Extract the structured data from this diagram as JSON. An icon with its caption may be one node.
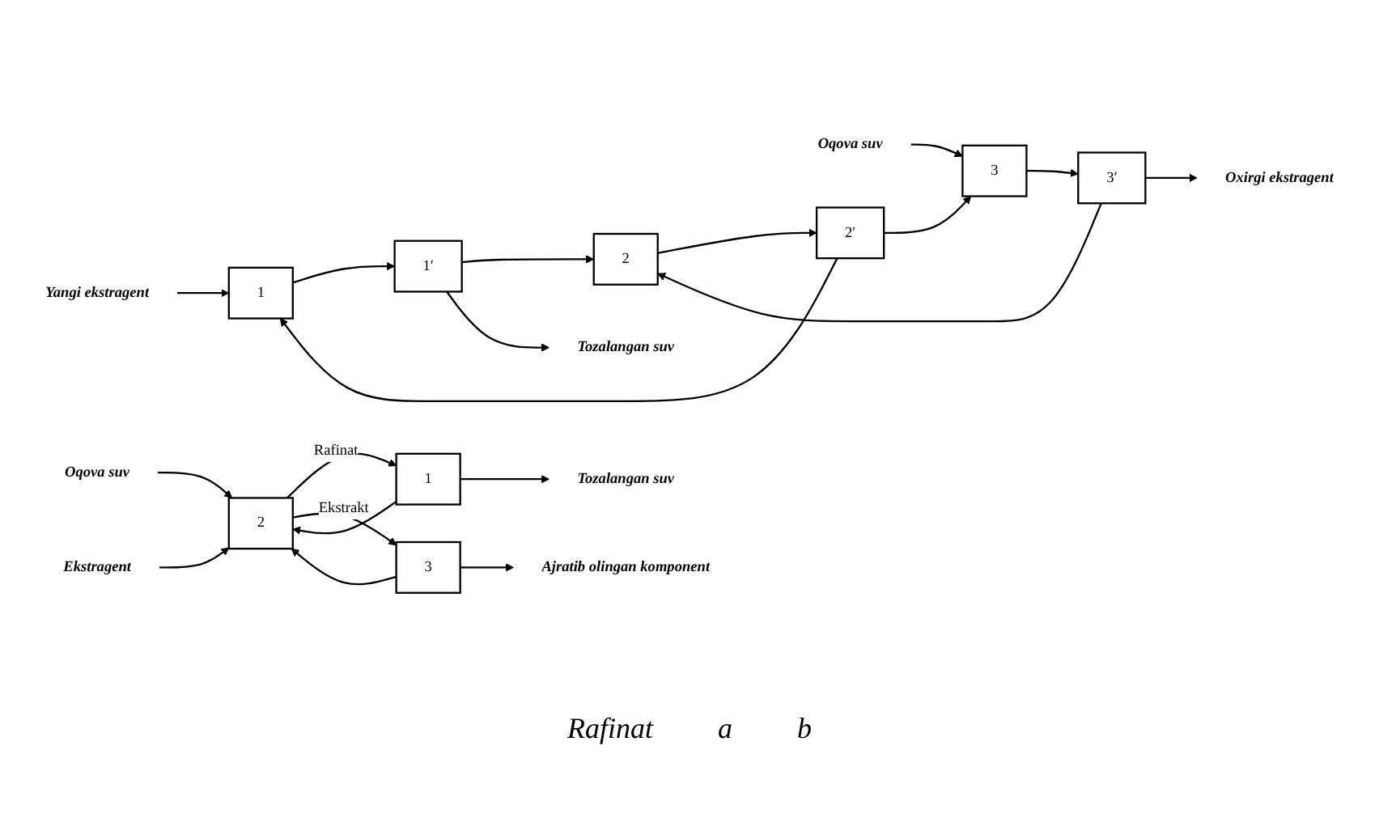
{
  "diagram": {
    "nodes": [
      {
        "text": [
          "Oqova suv"
        ]
      },
      {
        "text": [
          "3"
        ]
      },
      {
        "text": [
          "3′"
        ]
      },
      {
        "text": [
          "Oxirgi ekstragent"
        ]
      },
      {
        "text": [
          "2"
        ]
      },
      {
        "text": [
          "2′"
        ]
      },
      {
        "text": [
          "1"
        ]
      },
      {
        "text": [
          "Yangi ekstragent"
        ]
      },
      {
        "text": [
          "1′"
        ]
      },
      {
        "text": [
          "Tozalangan suv"
        ]
      },
      {
        "text": [
          "Oqova suv"
        ]
      },
      {
        "text": [
          "2"
        ]
      },
      {
        "text": [
          "1"
        ]
      },
      {
        "text": [
          "3"
        ]
      },
      {
        "text": [
          "Tozalangan suv"
        ]
      },
      {
        "text": [
          "Ajratib olingan komponent"
        ]
      },
      {
        "text": [
          "Ekstragent"
        ]
      }
    ],
    "edges": [
      {
        "from": 0,
        "to": 1,
        "arrow": "to"
      },
      {
        "from": 1,
        "to": 2,
        "arrow": "to"
      },
      {
        "from": 2,
        "to": 3,
        "arrow": "to"
      },
      {
        "from": 2,
        "to": 4,
        "arrow": "to"
      },
      {
        "from": 4,
        "to": 5,
        "arrow": "to"
      },
      {
        "from": 5,
        "to": 1,
        "arrow": "to"
      },
      {
        "from": 5,
        "to": 6,
        "arrow": "to"
      },
      {
        "from": 7,
        "to": 6,
        "arrow": "to"
      },
      {
        "from": 6,
        "to": 8,
        "arrow": "to"
      },
      {
        "from": 8,
        "to": 4,
        "arrow": "to"
      },
      {
        "from": 8,
        "to": 9,
        "arrow": "to"
      },
      {
        "from": 10,
        "to": 11,
        "arrow": "to"
      },
      {
        "from": 11,
        "to": 12,
        "arrow": "to",
        "label": "Rafinat"
      },
      {
        "from": 11,
        "to": 13,
        "arrow": "to",
        "label": "Ekstrakt"
      },
      {
        "from": 12,
        "to": 14,
        "arrow": "to"
      },
      {
        "from": 13,
        "to": 15,
        "arrow": "to"
      },
      {
        "from": 16,
        "to": 11,
        "arrow": "to"
      },
      {
        "from": 12,
        "to": 11,
        "arrow": "to"
      },
      {
        "from": 13,
        "to": 11,
        "arrow": "to"
      }
    ],
    "labels": [
      "Rafinat",
      "a",
      "b"
    ]
  }
}
